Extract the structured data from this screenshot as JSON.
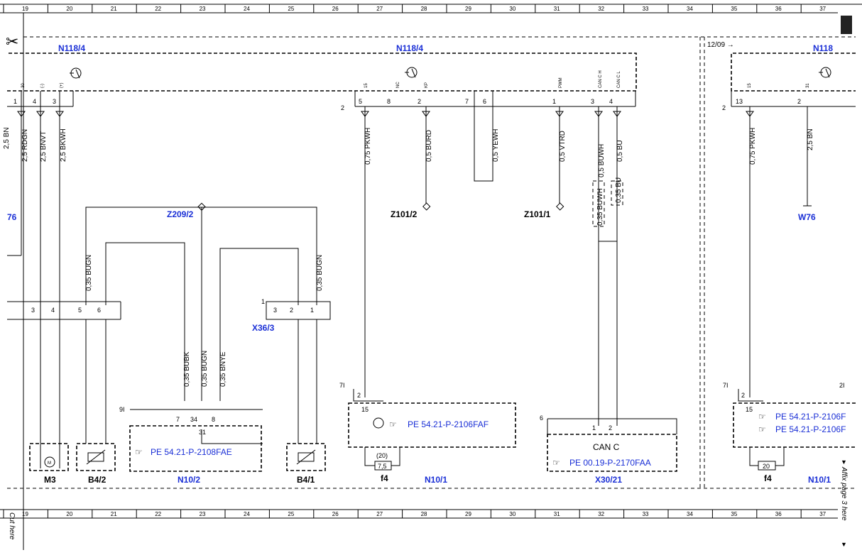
{
  "grid_numbers": [
    "19",
    "20",
    "21",
    "22",
    "23",
    "24",
    "25",
    "26",
    "27",
    "28",
    "29",
    "30",
    "31",
    "32",
    "33",
    "34",
    "35",
    "36",
    "37"
  ],
  "components": {
    "n118_4_left": "N118/4",
    "n118_4_mid": "N118/4",
    "n118_right": "N118",
    "date_tag": "12/09 →",
    "z209_2": "Z209/2",
    "z101_2": "Z101/2",
    "z101_1": "Z101/1",
    "w76_left": "76",
    "w76_right": "W76",
    "x36_3": "X36/3",
    "m3": "M3",
    "b4_2": "B4/2",
    "n10_2": "N10/2",
    "b4_1": "B4/1",
    "n10_1_mid": "N10/1",
    "x30_21": "X30/21",
    "n10_1_right": "N10/1",
    "f4_mid": "f4",
    "f4_right": "f4",
    "can_c": "CAN C"
  },
  "pin_tags": {
    "p30": "30",
    "pminus": "(-)",
    "pplus": "(+)",
    "p15a": "15",
    "pnc": "NC",
    "pkp": "KP",
    "ppwm": "PWM",
    "pcanh": "CAN C H",
    "pcanl": "CAN C L",
    "p15b": "15",
    "p31": "31"
  },
  "wires": {
    "rdgn": "2,5 RDGN",
    "rdgn_cut": "2,5 BN",
    "bnvt": "2,5 BNVT",
    "bkwh": "2,5 BKWH",
    "pkwh_mid": "0,75 PKWH",
    "burd": "0,5 BURD",
    "yewh": "0,5 YEWH",
    "vtrd": "0,5 VTRD",
    "buwh": "0,5 BUWH",
    "bu": "0,5 BU",
    "buwh035": "0,35 BUWH",
    "bu035": "0,35 BU",
    "pkwh_right": "0,75 PKWH",
    "bn_right": "2,5 BN",
    "bugn_left": "0,35 BUGN",
    "bugn_right": "0,35 BUGN",
    "bubk": "0,35 BUBK",
    "bugn_mid": "0,35 BUGN",
    "bnye": "0,35 BNYE"
  },
  "pins": {
    "a1": "1",
    "a4": "4",
    "a3": "3",
    "b2": "2",
    "b5": "5",
    "b8": "8",
    "b2b": "2",
    "b7": "7",
    "b6": "6",
    "b1": "1",
    "b3": "3",
    "b4": "4",
    "c2": "2",
    "c13": "13",
    "c2b": "2",
    "d3": "3",
    "d4": "4",
    "d5": "5",
    "d6": "6",
    "e1": "1",
    "e3": "3",
    "e2": "2",
    "e1b": "1",
    "f9": "9I",
    "f7": "7",
    "f34": "34",
    "f8": "8",
    "f31": "31",
    "g7": "7I",
    "g2": "2",
    "g15": "15",
    "g20": "(20)",
    "g75": "7,5",
    "h6": "6",
    "h1": "1",
    "h2": "2",
    "i7": "7I",
    "i2": "2",
    "i15": "15",
    "i20": "20",
    "i2I": "2I"
  },
  "refs": {
    "n10_2_ref": "PE 54.21-P-2108FAE",
    "n10_1_ref": "PE 54.21-P-2106FAF",
    "x30_ref": "PE 00.19-P-2170FAA",
    "right_ref1": "PE 54.21-P-2106F",
    "right_ref2": "PE 54.21-P-2106F"
  },
  "notes": {
    "cut_here": "Cut here",
    "affix": "Affix page 3 here"
  }
}
